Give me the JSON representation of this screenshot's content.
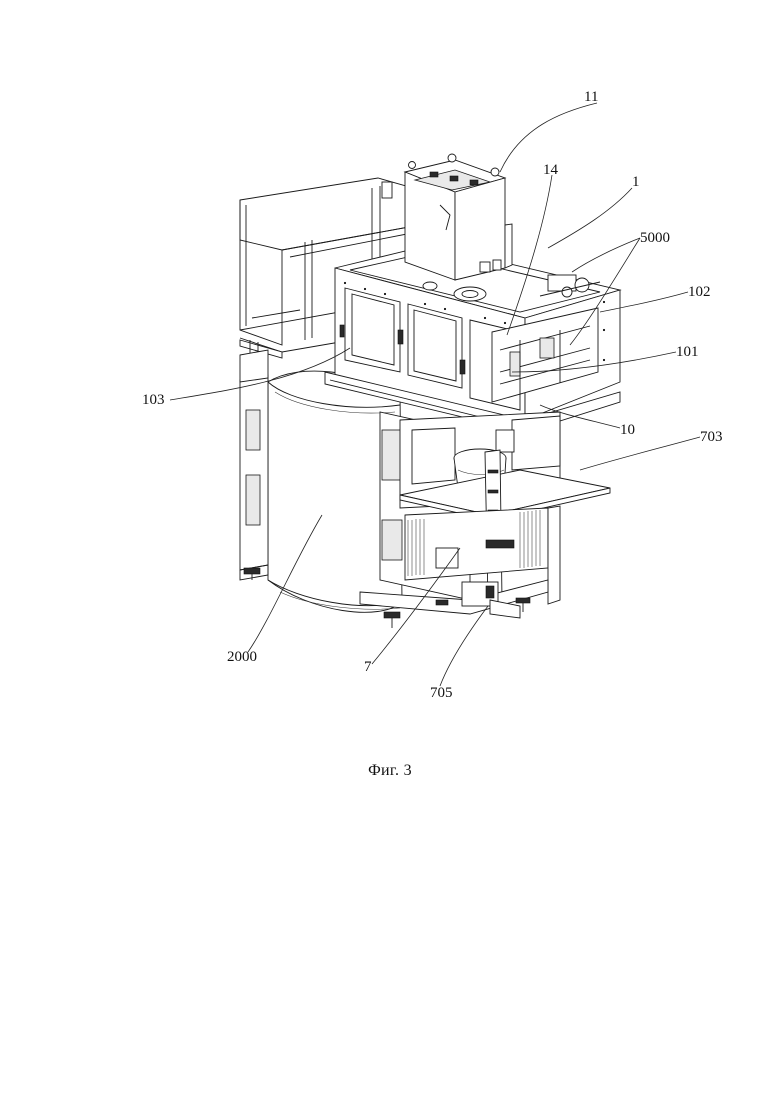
{
  "callouts": [
    {
      "id": "label-11",
      "text": "11"
    },
    {
      "id": "label-14",
      "text": "14"
    },
    {
      "id": "label-1",
      "text": "1"
    },
    {
      "id": "label-5000",
      "text": "5000"
    },
    {
      "id": "label-102",
      "text": "102"
    },
    {
      "id": "label-101",
      "text": "101"
    },
    {
      "id": "label-103",
      "text": "103"
    },
    {
      "id": "label-10",
      "text": "10"
    },
    {
      "id": "label-703",
      "text": "703"
    },
    {
      "id": "label-2000",
      "text": "2000"
    },
    {
      "id": "label-7",
      "text": "7"
    },
    {
      "id": "label-705",
      "text": "705"
    }
  ],
  "caption": "Фиг. 3"
}
